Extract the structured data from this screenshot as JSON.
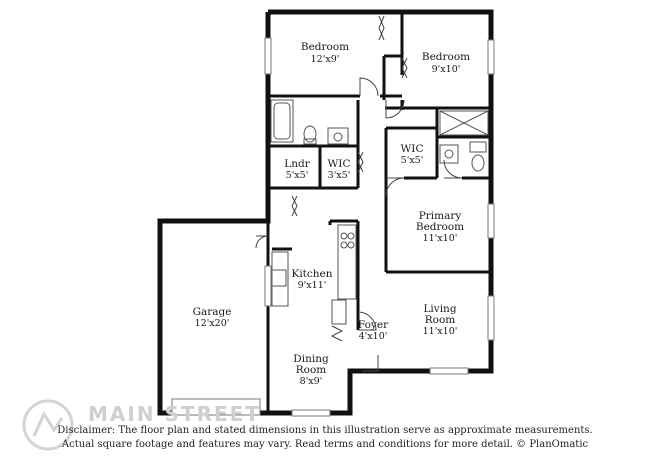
{
  "rooms": {
    "bedroom1": {
      "name": "Bedroom",
      "dim": "12'x9'"
    },
    "bedroom2": {
      "name": "Bedroom",
      "dim": "9'x10'"
    },
    "wic1": {
      "name": "WIC",
      "dim": "5'x5'"
    },
    "lndr": {
      "name": "Lndr",
      "dim": "5'x5'"
    },
    "wic2": {
      "name": "WIC",
      "dim": "3'x5'"
    },
    "primary": {
      "name1": "Primary",
      "name2": "Bedroom",
      "dim": "11'x10'"
    },
    "kitchen": {
      "name": "Kitchen",
      "dim": "9'x11'"
    },
    "garage": {
      "name": "Garage",
      "dim": "12'x20'"
    },
    "foyer": {
      "name": "Foyer",
      "dim": "4'x10'"
    },
    "living": {
      "name1": "Living",
      "name2": "Room",
      "dim": "11'x10'"
    },
    "dining": {
      "name1": "Dining",
      "name2": "Room",
      "dim": "8'x9'"
    }
  },
  "disclaimer": {
    "line1": "Disclaimer: The floor plan and stated dimensions in this illustration serve as approximate measurements.",
    "line2": "Actual square footage and features may vary. Read terms and conditions for more detail. © PlanOmatic"
  },
  "watermark": {
    "text": "MAIN STREET"
  },
  "colors": {
    "wall": "#111111",
    "fixture": "#555555",
    "window": "#9a9a9a"
  }
}
